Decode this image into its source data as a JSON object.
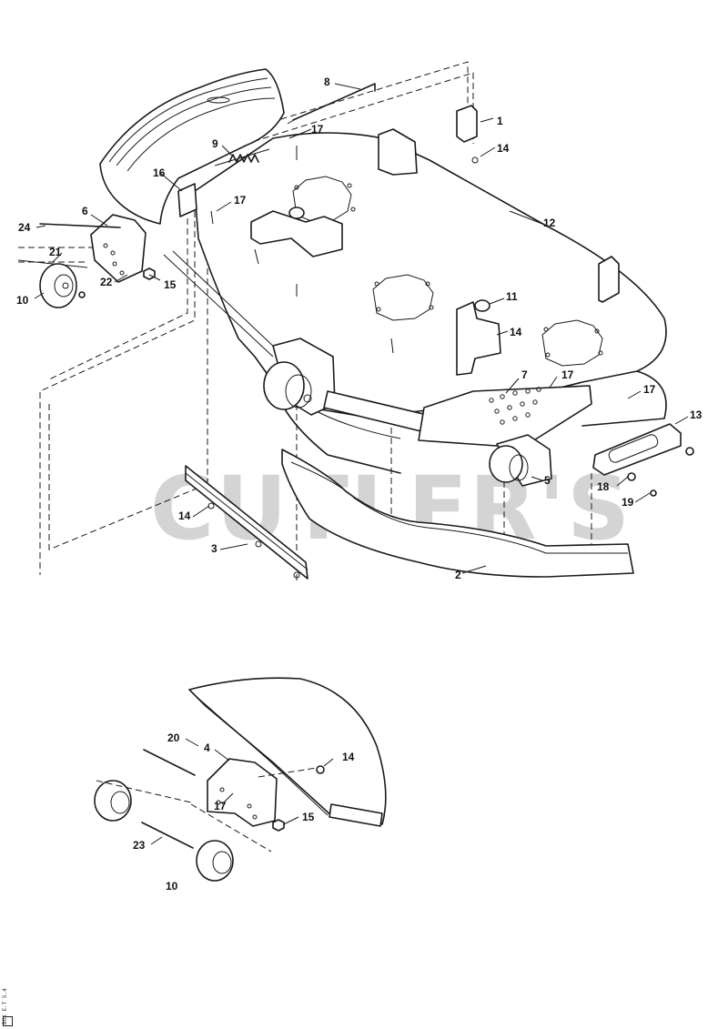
{
  "watermark": "CUTLER'S",
  "drawing_code": "BOX E.T 5.4",
  "callouts": [
    "1",
    "2",
    "3",
    "4",
    "5",
    "6",
    "7",
    "8",
    "9",
    "10",
    "11",
    "12",
    "13",
    "14",
    "15",
    "16",
    "17",
    "18",
    "19",
    "20",
    "21",
    "22",
    "23",
    "24"
  ]
}
